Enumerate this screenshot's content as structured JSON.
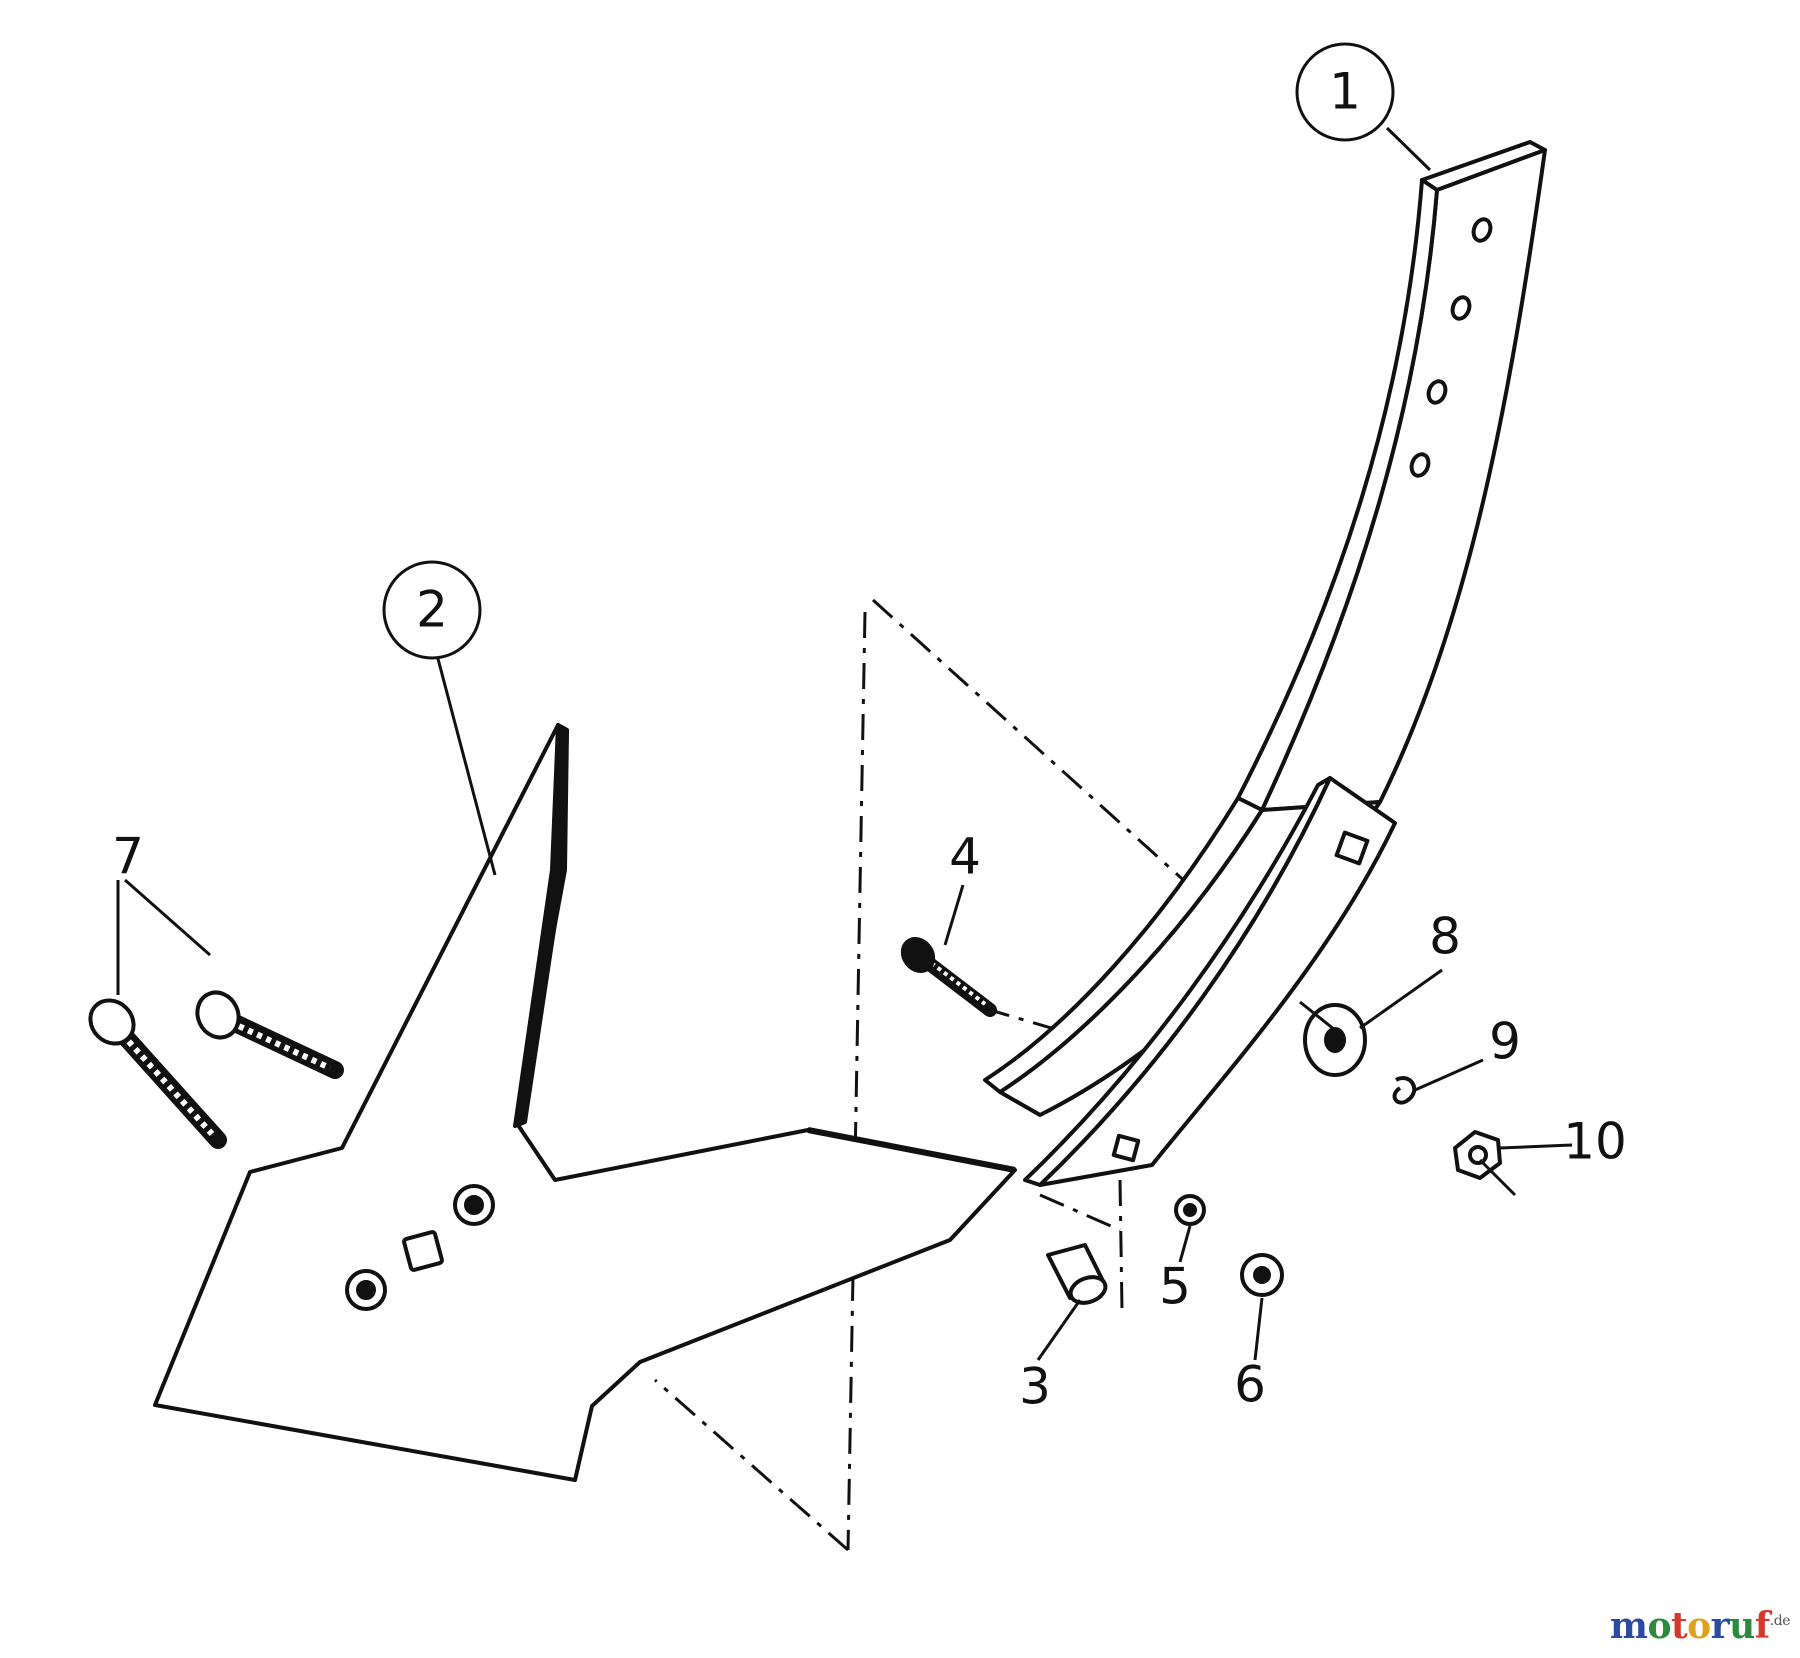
{
  "diagram": {
    "callouts": [
      {
        "id": "1",
        "circled": true
      },
      {
        "id": "2",
        "circled": true
      },
      {
        "id": "3",
        "circled": false
      },
      {
        "id": "4",
        "circled": false
      },
      {
        "id": "5",
        "circled": false
      },
      {
        "id": "6",
        "circled": false
      },
      {
        "id": "7",
        "circled": false
      },
      {
        "id": "8",
        "circled": false
      },
      {
        "id": "9",
        "circled": false
      },
      {
        "id": "10",
        "circled": false
      }
    ]
  },
  "watermark": {
    "letters": [
      "m",
      "o",
      "t",
      "o",
      "r",
      "u",
      "f"
    ],
    "letter_colors": [
      "#2b4aa0",
      "#2b8a3e",
      "#d33a2c",
      "#e0a020",
      "#2b4aa0",
      "#2b8a3e",
      "#d33a2c"
    ],
    "suffix": ".de"
  },
  "colors": {
    "line": "#111111",
    "background": "#ffffff"
  }
}
